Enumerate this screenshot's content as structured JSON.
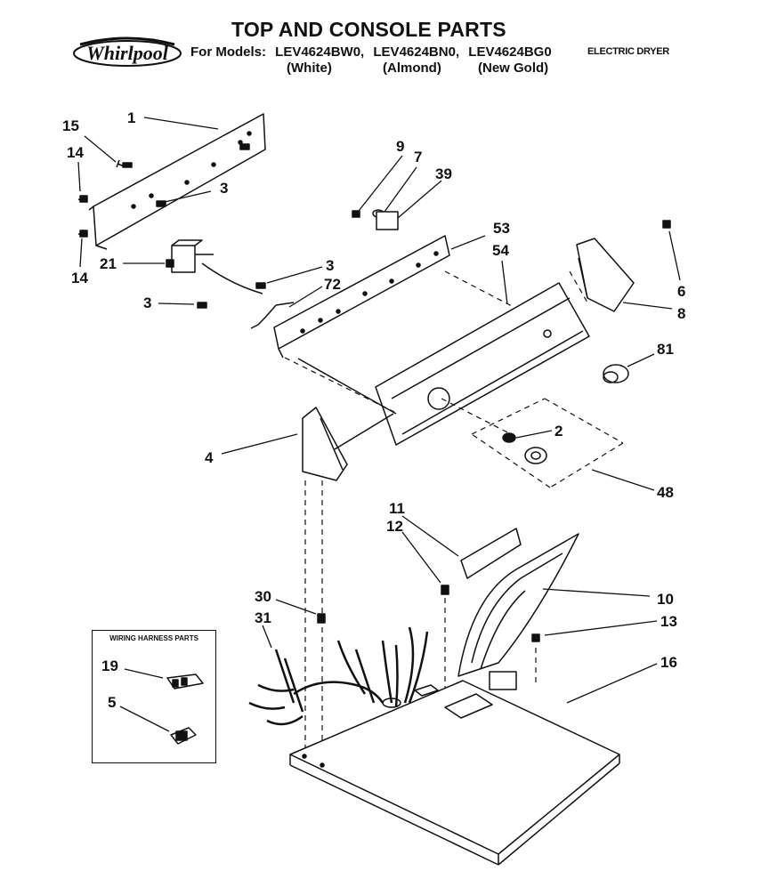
{
  "header": {
    "brand": "Whirlpool",
    "title": "TOP AND CONSOLE PARTS",
    "for_models_label": "For Models:",
    "models": [
      {
        "number": "LEV4624BW0,",
        "color": "(White)"
      },
      {
        "number": "LEV4624BN0,",
        "color": "(Almond)"
      },
      {
        "number": "LEV4624BG0",
        "color": "(New Gold)"
      }
    ],
    "product_type": "ELECTRIC DRYER"
  },
  "inset": {
    "title": "WIRING HARNESS PARTS"
  },
  "callouts": [
    "1",
    "15",
    "14",
    "3",
    "14",
    "21",
    "3",
    "72",
    "3",
    "9",
    "7",
    "39",
    "53",
    "54",
    "6",
    "8",
    "81",
    "2",
    "48",
    "4",
    "11",
    "12",
    "10",
    "13",
    "16",
    "30",
    "31",
    "19",
    "5"
  ]
}
